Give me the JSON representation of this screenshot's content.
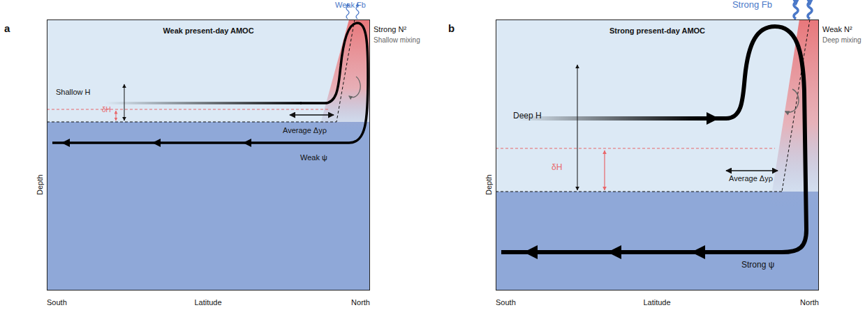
{
  "diagram": {
    "nodes": [
      {
        "text": [
          "Weak present-day AMOC"
        ]
      },
      {
        "text": [
          "Strong present-day AMOC"
        ]
      }
    ],
    "labels": [
      "a",
      "Weak Fb",
      "Strong N²",
      "Shallow mixing",
      "Shallow H",
      "δH",
      "Average Δyρ",
      "Weak ψ",
      "Depth",
      "South",
      "Latitude",
      "North",
      "b",
      "Strong Fb",
      "Weak N²",
      "Deep mixing",
      "Deep H",
      "δH",
      "Average Δyρ",
      "Strong ψ",
      "Depth",
      "South",
      "Latitude",
      "North"
    ]
  }
}
